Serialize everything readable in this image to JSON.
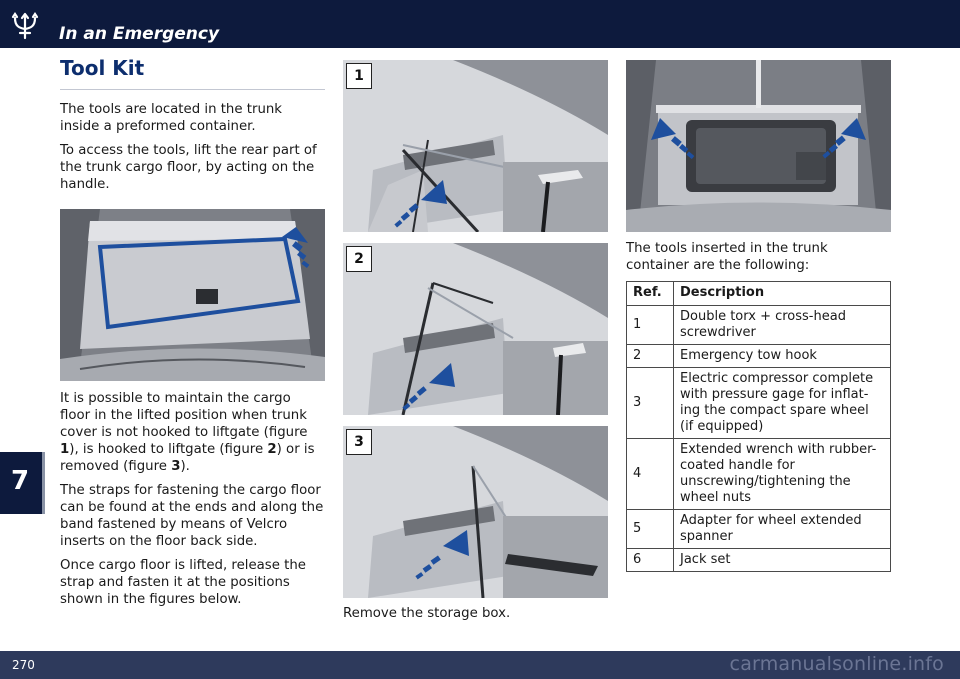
{
  "header": {
    "section_title": "In an Emergency"
  },
  "chapter": {
    "number": "7"
  },
  "footer": {
    "page_number": "270",
    "watermark": "carmanualsonline.info"
  },
  "left": {
    "title": "Tool Kit",
    "p1": "The tools are located in the trunk inside a preformed container.",
    "p2": "To access the tools, lift the rear part of the trunk cargo floor, by acting on the handle.",
    "p3": {
      "a": "It is possible to maintain the cargo floor in the lifted position when trunk cover is not hooked to liftgate (figure ",
      "f1": "1",
      "b": "), is hooked to liftgate (figure ",
      "f2": "2",
      "c": ") or is removed (figure ",
      "f3": "3",
      "d": ")."
    },
    "p4": "The straps for fastening the cargo floor can be found at the ends and along the band fastened by means of Velcro inserts on the floor back side.",
    "p5": "Once cargo floor is lifted, release the strap and fasten it at the positions shown in the figures below."
  },
  "figures": {
    "labels": [
      "1",
      "2",
      "3"
    ]
  },
  "middle": {
    "caption": "Remove the storage box."
  },
  "right": {
    "intro": "The tools inserted in the trunk container are the following:",
    "table": {
      "headers": {
        "ref": "Ref.",
        "desc": "Description"
      },
      "rows": [
        {
          "ref": "1",
          "desc": "Double torx + cross-head screwdriver"
        },
        {
          "ref": "2",
          "desc": "Emergency tow hook"
        },
        {
          "ref": "3",
          "desc": "Electric compressor complete with pressure gage for inflat-ing the compact spare wheel (if equipped)"
        },
        {
          "ref": "4",
          "desc": "Extended wrench with rubber-coated handle for unscrewing/tightening the wheel nuts"
        },
        {
          "ref": "5",
          "desc": "Adapter for wheel extended spanner"
        },
        {
          "ref": "6",
          "desc": "Jack set"
        }
      ]
    }
  }
}
